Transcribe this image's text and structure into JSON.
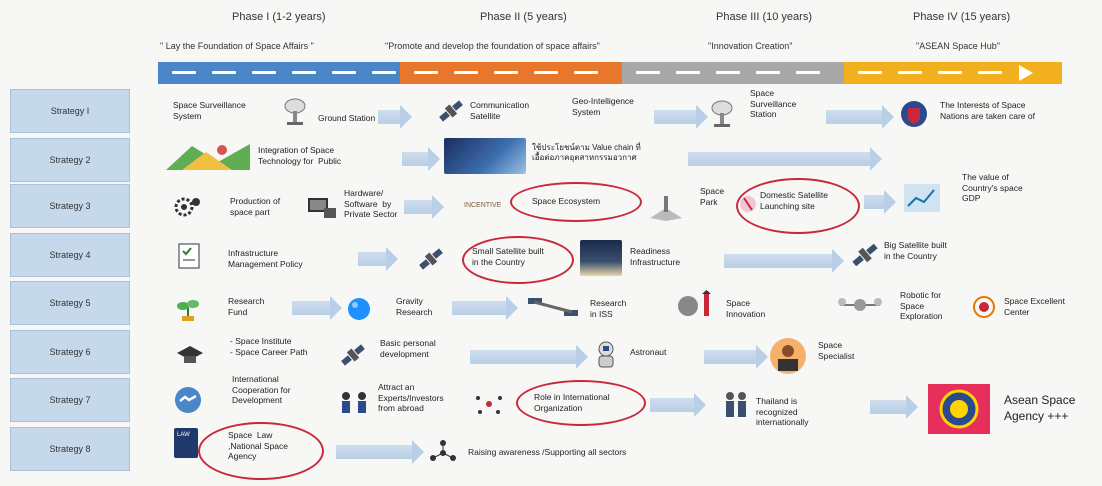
{
  "phases": [
    {
      "title": "Phase I (1-2 years)",
      "subtitle": "\" Lay the Foundation of Space  Affairs \""
    },
    {
      "title": "Phase II (5 years)",
      "subtitle": "\"Promote and develop the foundation of space affairs\""
    },
    {
      "title": "Phase III (10 years)",
      "subtitle": "\"Innovation Creation\""
    },
    {
      "title": "Phase IV (15 years)",
      "subtitle": "\"ASEAN Space Hub\""
    }
  ],
  "timeline_colors": {
    "phase1": "#4a86c8",
    "phase2": "#e8772e",
    "phase3": "#a8a8a8",
    "phase4": "#f2b01e"
  },
  "strategies": [
    "Strategy I",
    "Strategy 2",
    "Strategy 3",
    "Strategy 4",
    "Strategy 5",
    "Strategy 6",
    "Strategy 7",
    "Strategy 8"
  ],
  "rows": {
    "r1": {
      "a": "Space Surveillance\nSystem",
      "b": "Ground Station",
      "c": "Communication\nSatellite",
      "d": "Geo-Intelligence\nSystem",
      "e": "Space\nSurveillance\nStation",
      "f": "The Interests of Space\nNations are taken care of"
    },
    "r2": {
      "a": "Integration of Space\nTechnology for  Public",
      "b": "ใช้ประโยชน์ตาม Value chain ที่\nเอื้อต่อภาคอุตสาหกรรมอวกาศ",
      "c": "The value of\nCountry's space\nGDP"
    },
    "r3": {
      "a": "Production of\nspace part",
      "b": "Hardware/\nSoftware  by\nPrivate Sector",
      "c": "INCENTIVE",
      "d": "Space Ecosystem",
      "e": "Space\nPark",
      "f": "Domestic Satellite\nLaunching site"
    },
    "r4": {
      "a": "Infrastructure\nManagement Policy",
      "b": "Small Satellite built\nin the Country",
      "c": "Readiness\nInfrastructure",
      "d": "Big Satellite built\nin the Country"
    },
    "r5": {
      "a": "Research\nFund",
      "b": "Gravity\nResearch",
      "c": "Research\nin ISS",
      "d": "Space\nInnovation",
      "e": "Robotic for\nSpace\nExploration",
      "f": "Space Excellent\nCenter"
    },
    "r6": {
      "a": "- Space Institute\n- Space Career Path",
      "b": "Basic personal\ndevelopment",
      "c": "Astronaut",
      "d": "Space\nSpecialist"
    },
    "r7": {
      "a": "International\nCooperation for\nDevelopment",
      "b": "Attract an\nExperts/Investors\nfrom abroad",
      "c": "Role in International\nOrganization",
      "d": "Thailand is\nrecognized\ninternationally",
      "e": "Asean Space\nAgency +++"
    },
    "r8": {
      "a": "LAW",
      "b": "Space  Law\n,National Space\nAgency",
      "c": "Raising awareness /Supporting all sectors"
    }
  }
}
